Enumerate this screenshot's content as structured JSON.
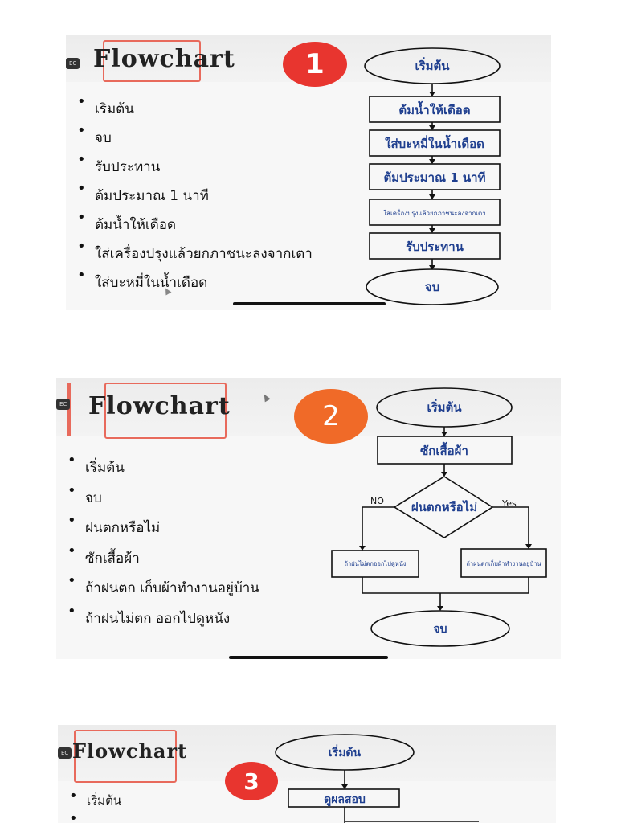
{
  "slides": [
    {
      "title": "Flowchart",
      "number": "1",
      "number_color": "#e8352f",
      "bullets": [
        "เริมต้น",
        "จบ",
        "รับประทาน",
        "ต้มประมาณ 1 นาที",
        "ต้มน้ำให้เดือด",
        "ใส่เครื่องปรุงแล้วยกภาชนะลงจากเตา",
        "ใส่บะหมี่ในน้ำเดือด"
      ],
      "flow": {
        "start": "เริ่มต้น",
        "steps": [
          "ต้มน้ำให้เดือด",
          "ใส่บะหมี่ในน้ำเดือด",
          "ต้มประมาณ 1 นาที",
          "ใส่เครื่องปรุงแล้วยกภาชนะลงจากเตา",
          "รับประทาน"
        ],
        "end": "จบ"
      }
    },
    {
      "title": "Flowchart",
      "number": "2",
      "number_color": "#f06a28",
      "bullets": [
        "เริ่มต้น",
        "จบ",
        "ฝนตกหรือไม่",
        "ซักเสื้อผ้า",
        "ถ้าฝนตก เก็บผ้าทำงานอยู่บ้าน",
        "ถ้าฝนไม่ตก ออกไปดูหนัง"
      ],
      "flow": {
        "start": "เริ่มต้น",
        "step": "ซักเสื้อผ้า",
        "decision": "ฝนตกหรือไม่",
        "no_label": "NO",
        "yes_label": "Yes",
        "no_branch": "ถ้าฝนไม่ตกออกไปดูหนัง",
        "yes_branch": "ถ้าฝนตกเก็บผ้าทำงานอยู่บ้าน",
        "end": "จบ"
      }
    },
    {
      "title": "Flowchart",
      "number": "3",
      "number_color": "#e8352f",
      "bullets": [
        "เริ่มต้น"
      ],
      "flow": {
        "start": "เริ่มต้น",
        "step": "ดูผลสอบ"
      }
    }
  ],
  "rec_label": "EC",
  "colors": {
    "flow_text": "#1f3f8f",
    "line": "#111111"
  }
}
